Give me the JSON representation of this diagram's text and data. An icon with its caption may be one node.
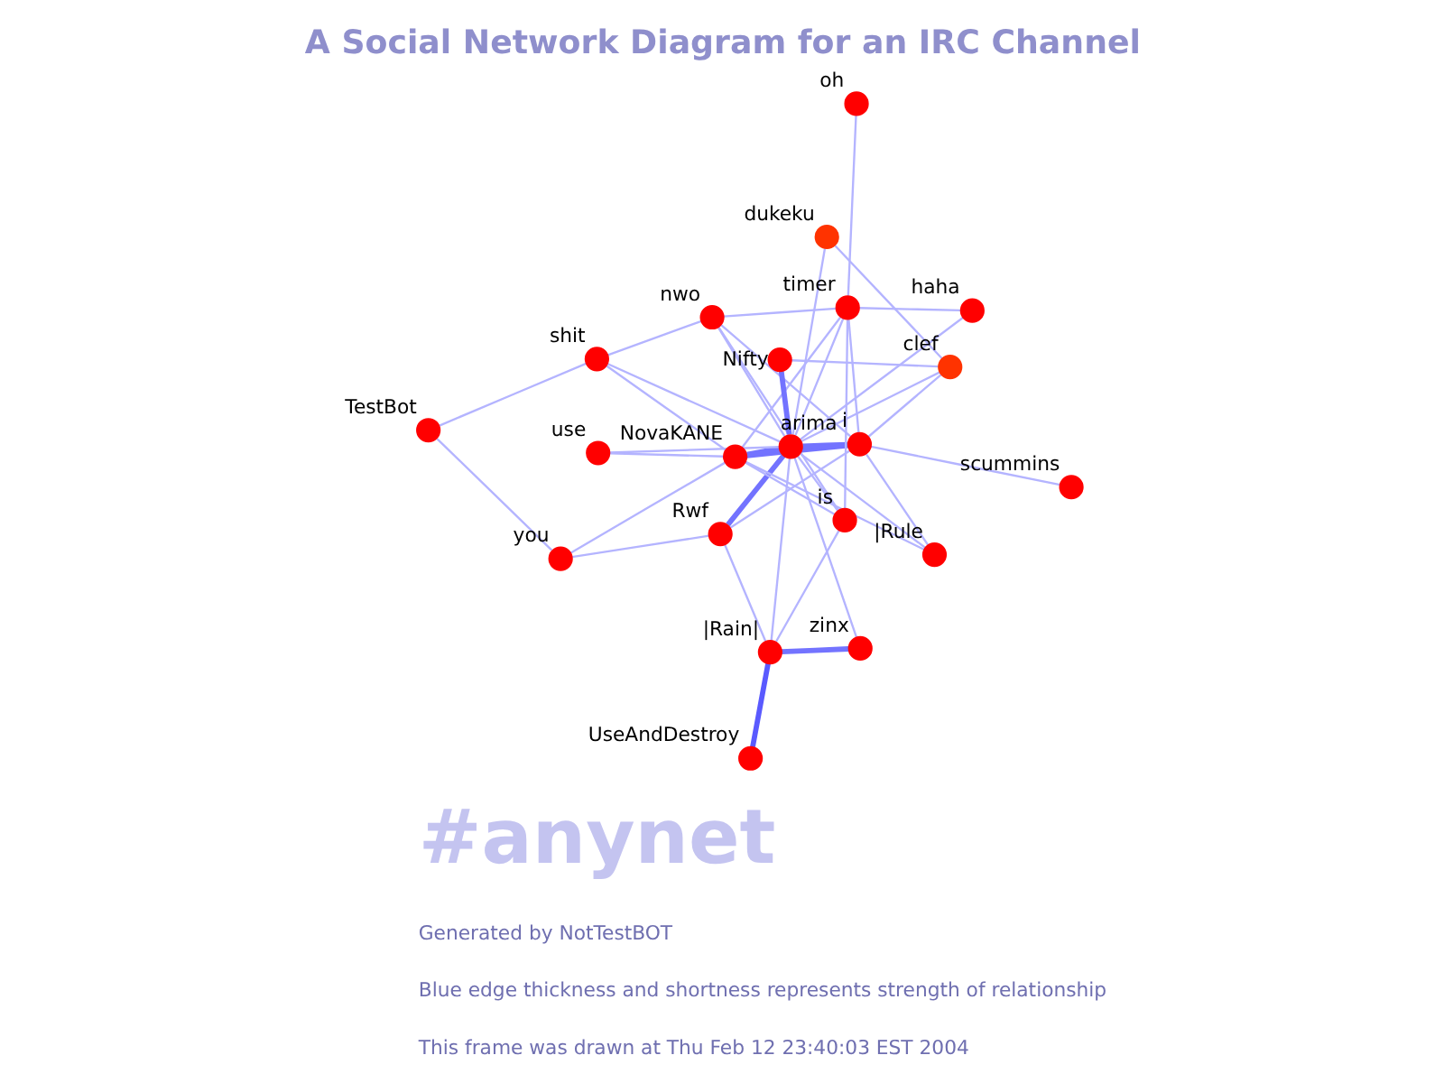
{
  "diagram": {
    "title": "A Social Network Diagram for an IRC Channel",
    "nodes": [
      {
        "text": [],
        "shape": "circle",
        "beside": [
          "TestBot"
        ]
      },
      {
        "text": [],
        "shape": "circle",
        "beside": [
          "scummins"
        ]
      },
      {
        "text": [],
        "shape": "circle",
        "beside": [
          "you"
        ]
      },
      {
        "text": [],
        "shape": "circle",
        "beside": [
          "shit"
        ]
      },
      {
        "text": [],
        "shape": "circle",
        "beside": [
          "nwo"
        ]
      },
      {
        "text": [],
        "shape": "circle",
        "beside": [
          "oh"
        ]
      },
      {
        "text": [],
        "shape": "circle",
        "beside": [
          "i"
        ]
      },
      {
        "text": [],
        "shape": "circle",
        "beside": [
          "Rwf"
        ]
      },
      {
        "text": [],
        "shape": "circle",
        "beside": [
          "NovaKANE"
        ]
      },
      {
        "text": [],
        "shape": "circle",
        "beside": [
          "timer"
        ]
      },
      {
        "text": [],
        "shape": "circle",
        "beside": [
          "is"
        ]
      },
      {
        "text": [],
        "shape": "circle",
        "beside": [
          "use"
        ]
      },
      {
        "text": [],
        "shape": "circle",
        "beside": [
          "|Rule"
        ]
      },
      {
        "text": [],
        "shape": "circle",
        "beside": [
          "arima"
        ]
      },
      {
        "text": [],
        "shape": "circle",
        "beside": [
          "haha"
        ]
      },
      {
        "text": [],
        "shape": "circle",
        "beside": [
          "clef"
        ]
      },
      {
        "text": [],
        "shape": "circle",
        "beside": [
          "zinx"
        ]
      },
      {
        "text": [],
        "shape": "circle",
        "beside": [
          "Nifty"
        ]
      },
      {
        "text": [],
        "shape": "circle",
        "beside": [
          "|Rain|"
        ]
      },
      {
        "text": [],
        "shape": "circle",
        "beside": [
          "dukeku"
        ]
      },
      {
        "text": [],
        "shape": "circle",
        "beside": [
          "UseAndDestroy"
        ]
      }
    ],
    "edges": [
      {
        "from": 0,
        "to": 2,
        "arrow": "none"
      },
      {
        "from": 0,
        "to": 3,
        "arrow": "none"
      },
      {
        "from": 1,
        "to": 6,
        "arrow": "none"
      },
      {
        "from": 2,
        "to": 7,
        "arrow": "none"
      },
      {
        "from": 2,
        "to": 8,
        "arrow": "none"
      },
      {
        "from": 3,
        "to": 4,
        "arrow": "none"
      },
      {
        "from": 3,
        "to": 8,
        "arrow": "none"
      },
      {
        "from": 3,
        "to": 13,
        "arrow": "none"
      },
      {
        "from": 4,
        "to": 6,
        "arrow": "none"
      },
      {
        "from": 4,
        "to": 9,
        "arrow": "none"
      },
      {
        "from": 4,
        "to": 13,
        "arrow": "none"
      },
      {
        "from": 4,
        "to": 10,
        "arrow": "none"
      },
      {
        "from": 5,
        "to": 9,
        "arrow": "none"
      },
      {
        "from": 6,
        "to": 8,
        "arrow": "none",
        "style": "thick",
        "color": "#7373ff"
      },
      {
        "from": 6,
        "to": 7,
        "arrow": "none"
      },
      {
        "from": 6,
        "to": 9,
        "arrow": "none"
      },
      {
        "from": 6,
        "to": 13,
        "arrow": "none",
        "style": "thick",
        "color": "#7373ff"
      },
      {
        "from": 6,
        "to": 12,
        "arrow": "none"
      },
      {
        "from": 6,
        "to": 15,
        "arrow": "none"
      },
      {
        "from": 7,
        "to": 13,
        "arrow": "none",
        "style": "thick",
        "color": "#7373ff"
      },
      {
        "from": 7,
        "to": 18,
        "arrow": "none"
      },
      {
        "from": 8,
        "to": 9,
        "arrow": "none"
      },
      {
        "from": 8,
        "to": 13,
        "arrow": "none",
        "style": "thick",
        "color": "#7373ff"
      },
      {
        "from": 8,
        "to": 10,
        "arrow": "none"
      },
      {
        "from": 8,
        "to": 12,
        "arrow": "none"
      },
      {
        "from": 8,
        "to": 11,
        "arrow": "none"
      },
      {
        "from": 9,
        "to": 14,
        "arrow": "none"
      },
      {
        "from": 9,
        "to": 13,
        "arrow": "none"
      },
      {
        "from": 9,
        "to": 10,
        "arrow": "none"
      },
      {
        "from": 10,
        "to": 13,
        "arrow": "none"
      },
      {
        "from": 10,
        "to": 18,
        "arrow": "none"
      },
      {
        "from": 11,
        "to": 13,
        "arrow": "none"
      },
      {
        "from": 12,
        "to": 13,
        "arrow": "none"
      },
      {
        "from": 13,
        "to": 14,
        "arrow": "none"
      },
      {
        "from": 13,
        "to": 15,
        "arrow": "none"
      },
      {
        "from": 13,
        "to": 17,
        "arrow": "none",
        "style": "thick",
        "color": "#7373ff"
      },
      {
        "from": 13,
        "to": 19,
        "arrow": "none"
      },
      {
        "from": 13,
        "to": 16,
        "arrow": "none"
      },
      {
        "from": 13,
        "to": 18,
        "arrow": "none"
      },
      {
        "from": 15,
        "to": 17,
        "arrow": "none"
      },
      {
        "from": 15,
        "to": 19,
        "arrow": "none"
      },
      {
        "from": 16,
        "to": 18,
        "arrow": "none",
        "style": "thick",
        "color": "#7373ff"
      },
      {
        "from": 18,
        "to": 20,
        "arrow": "none",
        "style": "thick",
        "color": "#5a5aff"
      }
    ],
    "labels": [
      "#anynet",
      "Generated by NotTestBOT",
      "Blue edge thickness and shortness represents strength of relationship",
      "This frame was drawn at Thu Feb 12 23:40:03 EST 2004"
    ]
  }
}
